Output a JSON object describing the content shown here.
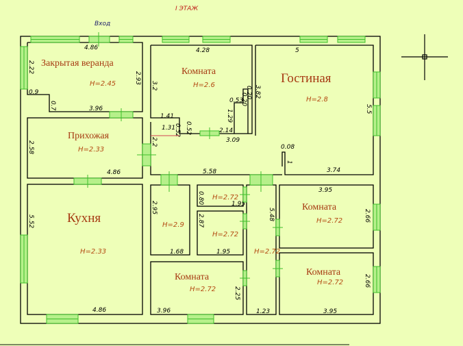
{
  "plan": {
    "title": "I ЭТАЖ",
    "entry_label": "Вход",
    "colors": {
      "background": "#eeffb8",
      "walls": "#000000",
      "windows": "#3fbf2a",
      "room_names": "#a63a12",
      "heights": "#b34a12",
      "title": "#c0201a"
    }
  },
  "rooms": {
    "veranda": {
      "name": "Закрытая веранда",
      "height": "H=2.45",
      "dims": [
        "4.86",
        "2.22",
        "2.93",
        "0.9",
        "0.7",
        "3.96"
      ]
    },
    "room_top": {
      "name": "Комната",
      "height": "H=2.6",
      "dims": [
        "4.28",
        "3.2",
        "1.41",
        "1.31",
        "0.52",
        "0.52",
        "2.14",
        "1.29",
        "0.53",
        "0.20",
        "0.20",
        "3.09",
        "3.82"
      ]
    },
    "living": {
      "name": "Гостиная",
      "height": "H=2.8",
      "dims": [
        "5",
        "3.82",
        "5.5",
        "0.08",
        "1",
        "3.74"
      ]
    },
    "hall": {
      "name": "Прихожая",
      "height": "H=2.33",
      "dims": [
        "2.58",
        "4.86"
      ]
    },
    "corridor": {
      "dims": [
        "2.2",
        "5.58"
      ]
    },
    "kitchen": {
      "name": "Кухня",
      "height": "H=2.33",
      "dims": [
        "5.52",
        "4.86"
      ]
    },
    "storage": {
      "height": "H=2.9",
      "dims": [
        "2.95",
        "1.68"
      ]
    },
    "bath_upper": {
      "height": "H=2.72",
      "dims": [
        "0.80",
        "1.95"
      ]
    },
    "bath_lower": {
      "height": "H=2.72",
      "dims": [
        "2.87",
        "1.95"
      ]
    },
    "hallway_right": {
      "height": "H=2.72",
      "dims": [
        "5.48",
        "1.23"
      ]
    },
    "room_bottom": {
      "name": "Комната",
      "height": "H=2.72",
      "dims": [
        "3.96",
        "2.25"
      ]
    },
    "room_right_upper": {
      "name": "Комната",
      "height": "H=2.72",
      "dims": [
        "3.95",
        "2.66"
      ]
    },
    "room_right_lower": {
      "name": "Комната",
      "height": "H=2.72",
      "dims": [
        "2.66",
        "3.95"
      ]
    }
  }
}
